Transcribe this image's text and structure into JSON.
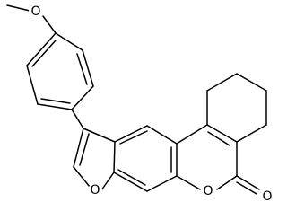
{
  "molecule": {
    "atom_labels": {
      "methoxy_o": "O",
      "furan_o": "O",
      "lactone_o": "O",
      "carbonyl_o": "O"
    },
    "atom_color": "#000000"
  }
}
